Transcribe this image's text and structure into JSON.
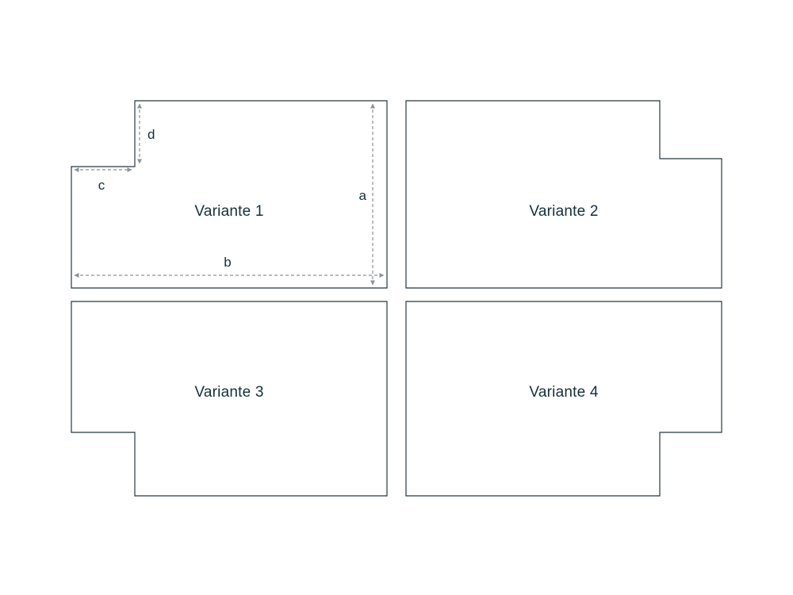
{
  "variants": [
    {
      "label": "Variante 1"
    },
    {
      "label": "Variante 2"
    },
    {
      "label": "Variante 3"
    },
    {
      "label": "Variante 4"
    }
  ],
  "dimensions": {
    "a": "a",
    "b": "b",
    "c": "c",
    "d": "d"
  },
  "colors": {
    "outline": "#28383f",
    "text": "#14303e",
    "dimension": "#8e9398",
    "background": "#ffffff"
  }
}
